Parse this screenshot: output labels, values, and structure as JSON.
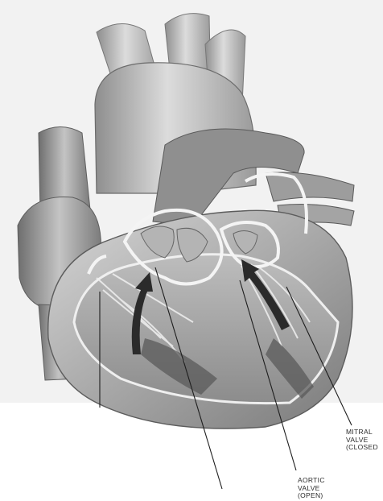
{
  "labels": {
    "mitral": {
      "line1": "MITRAL",
      "line2": "VALVE",
      "line3": "(CLOSED"
    },
    "aortic": {
      "line1": "AORTIC",
      "line2": "VALVE",
      "line3": "(OPEN)"
    }
  },
  "colors": {
    "background": "#ffffff",
    "heart_light": "#c9c9c9",
    "heart_mid": "#9a9a9a",
    "heart_dark": "#4a4a4a",
    "valve_outline": "#f0f0f0",
    "arrow": "#2b2b2b",
    "leader_line": "#1e1e1e"
  },
  "icons": [
    "blood-flow-arrow",
    "leader-line"
  ]
}
